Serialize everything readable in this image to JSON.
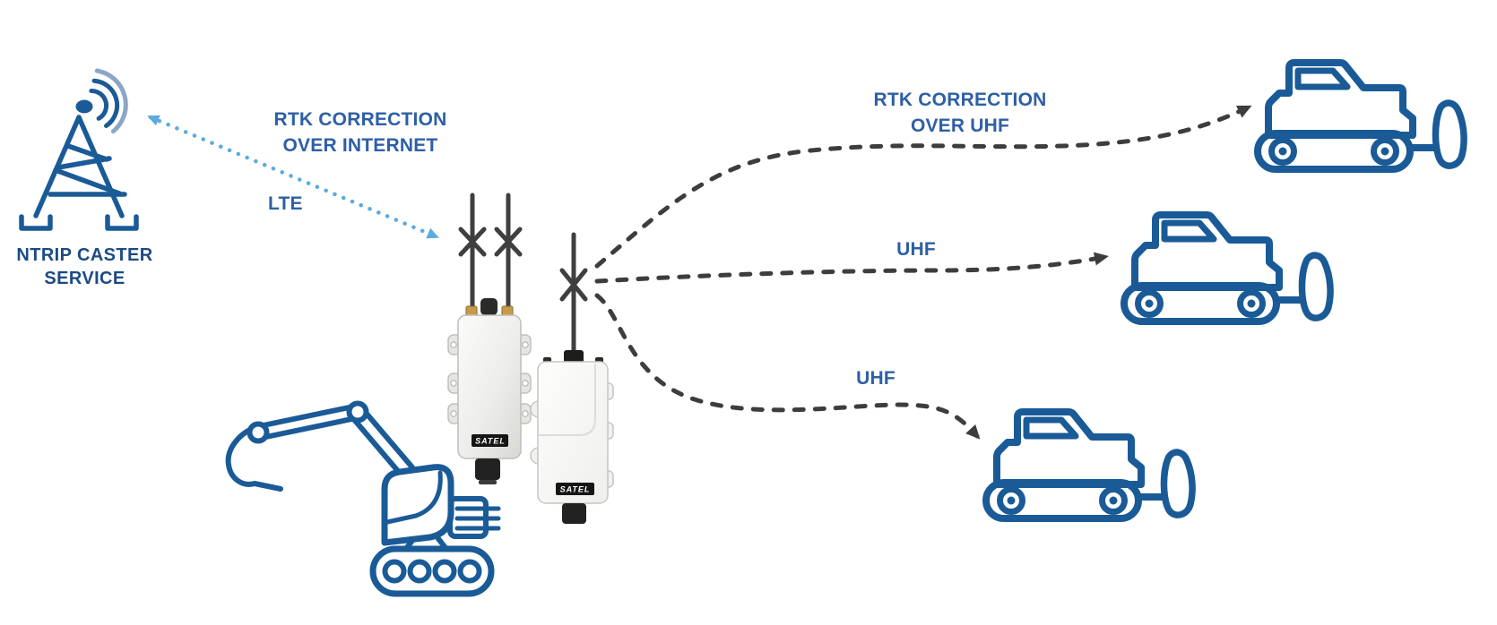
{
  "colors": {
    "icon_blue": "#1a5b97",
    "label_blue": "#2d5fa6",
    "caption_blue": "#1c4b82",
    "lte_blue": "#5aabdf",
    "wave_light": "#8ba6c6",
    "uhf_dark": "#3d3d3d",
    "antenna_dark": "#3f3f3f"
  },
  "caster": {
    "icon": "radio-tower-icon",
    "line1": "NTRIP CASTER",
    "line2": "SERVICE"
  },
  "links": {
    "internet": {
      "line1": "RTK CORRECTION",
      "line2": "OVER INTERNET",
      "sublabel": "LTE",
      "style": "dotted",
      "arrowheads": "both-ends"
    },
    "uhf_top": {
      "line1": "RTK CORRECTION",
      "line2": "OVER UHF",
      "style": "dashed"
    },
    "uhf_middle": {
      "label": "UHF",
      "style": "dashed"
    },
    "uhf_bottom": {
      "label": "UHF",
      "style": "dashed"
    }
  },
  "devices": {
    "left_modem": {
      "brand": "SATEL",
      "antennas": 2,
      "icon": "radio-modem"
    },
    "right_modem": {
      "brand": "SATEL",
      "antennas": 1,
      "icon": "radio-modem"
    }
  },
  "machines": {
    "excavator": {
      "icon": "excavator"
    },
    "bulldozer_top": {
      "icon": "bulldozer"
    },
    "bulldozer_middle": {
      "icon": "bulldozer"
    },
    "bulldozer_bottom": {
      "icon": "bulldozer"
    }
  }
}
